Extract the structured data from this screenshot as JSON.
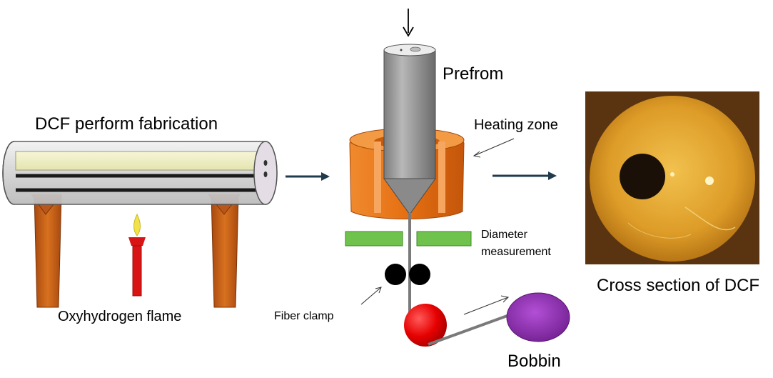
{
  "labels": {
    "preform_fabrication": "DCF perform fabrication",
    "flame": "Oxyhydrogen flame",
    "preform": "Prefrom",
    "heating_zone": "Heating zone",
    "diameter_line1": "Diameter",
    "diameter_line2": "measurement",
    "fiber_clamp": "Fiber clamp",
    "bobbin": "Bobbin",
    "cross_section": "Cross section of DCF"
  },
  "colors": {
    "furnace": "#e8741c",
    "stand": "#c8611a",
    "flame_holder": "#d91414",
    "flame": "#f2e24a",
    "measure_bars": "#6fc24c",
    "clamp_rollers": "#000000",
    "capstan": "#e60000",
    "bobbin": "#8e2bb0",
    "preform": "#9a9a9a",
    "micrograph": "#e3a233",
    "arrows": "#1f3b4d"
  }
}
